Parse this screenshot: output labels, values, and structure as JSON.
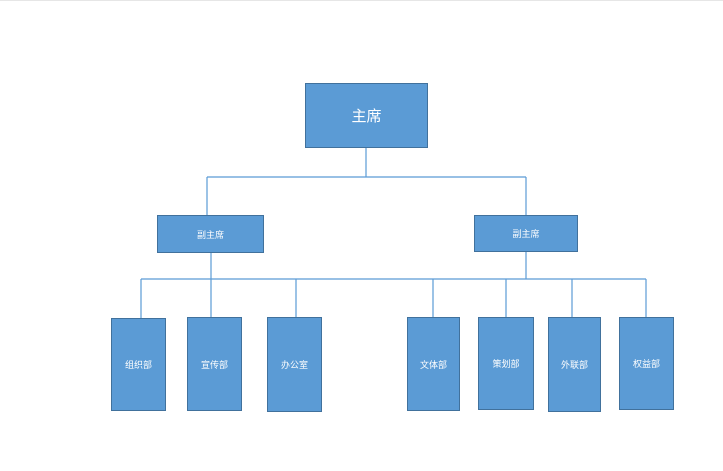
{
  "colors": {
    "node_fill": "#5b9bd5",
    "node_border": "#41719c",
    "connector": "#5b9bd5",
    "node_text": "#ffffff"
  },
  "org": {
    "root": {
      "label": "主席"
    },
    "vice_chairs": [
      {
        "label": "副主席"
      },
      {
        "label": "副主席"
      }
    ],
    "departments": [
      {
        "label": "组织部"
      },
      {
        "label": "宣传部"
      },
      {
        "label": "办公室"
      },
      {
        "label": "文体部"
      },
      {
        "label": "策划部"
      },
      {
        "label": "外联部"
      },
      {
        "label": "权益部"
      }
    ]
  }
}
